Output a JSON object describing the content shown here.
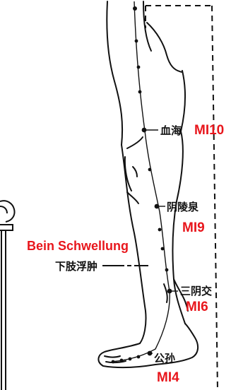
{
  "figure": {
    "meridian": "MI",
    "indication": {
      "de": "Bein Schwellung",
      "cn": "下肢浮肿"
    },
    "points": [
      {
        "id": "pt-mi10",
        "cn": "血海",
        "code": "MI10"
      },
      {
        "id": "pt-mi9",
        "cn": "阴陵泉",
        "code": "MI9"
      },
      {
        "id": "pt-mi6",
        "cn": "三阴交",
        "code": "MI6"
      },
      {
        "id": "pt-mi4",
        "cn": "公孙",
        "code": "MI4"
      }
    ],
    "colors": {
      "ink": "#111111",
      "code_red": "#e8161c",
      "background": "#ffffff"
    }
  }
}
